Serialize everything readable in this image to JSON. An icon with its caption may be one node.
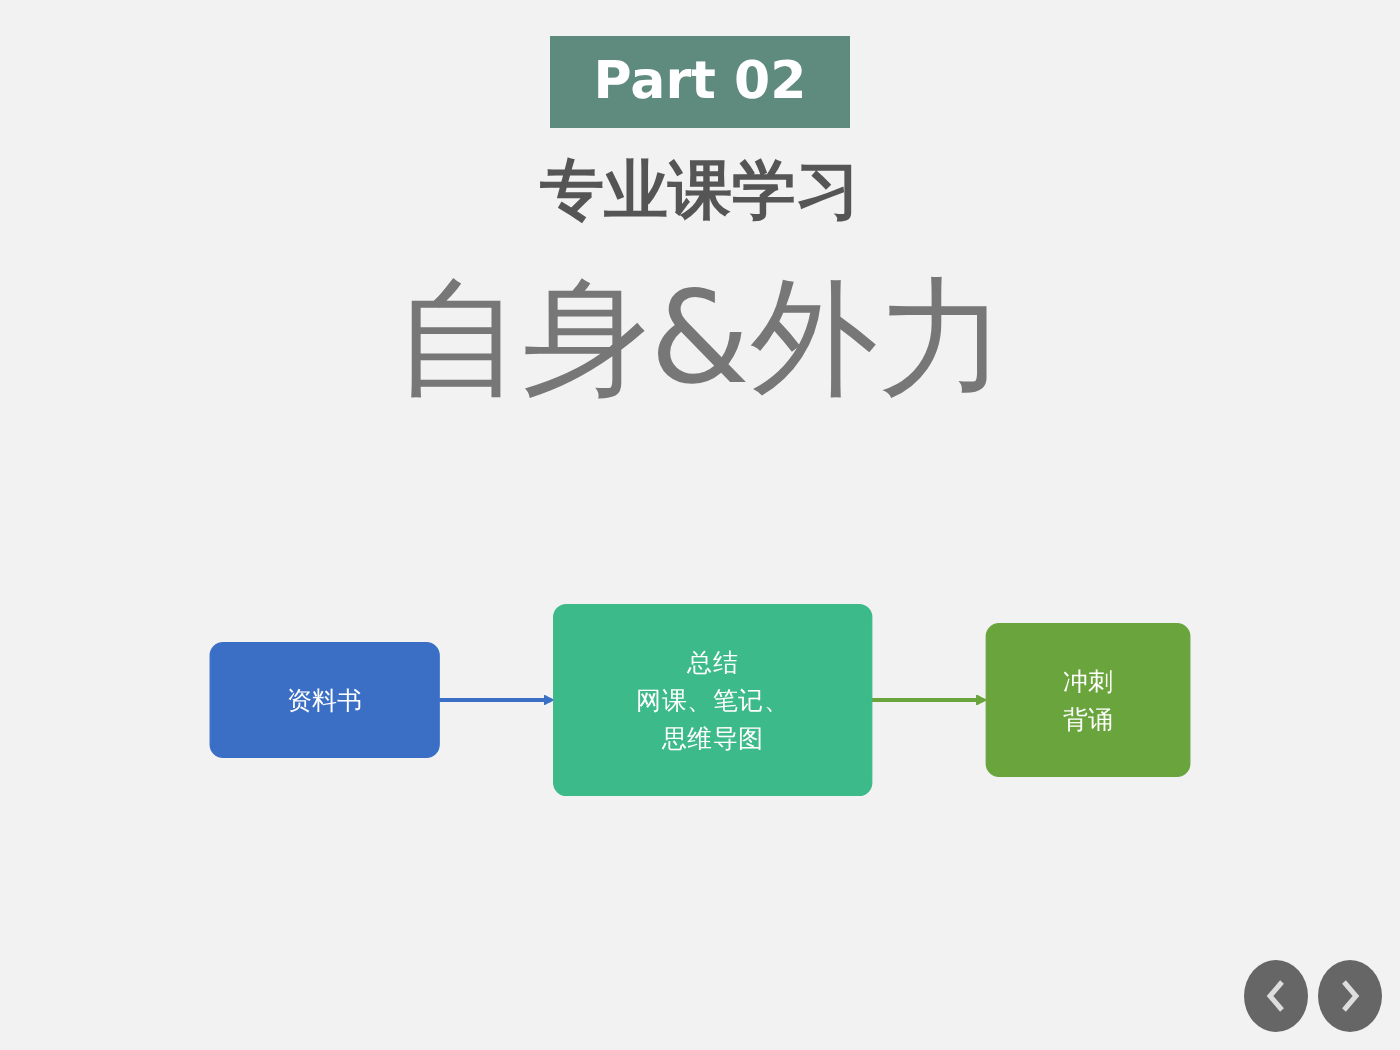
{
  "diagram": {
    "nodes": [
      {
        "text": [
          "资料书"
        ]
      },
      {
        "text": [
          "总结",
          "网课、笔记、思维导图"
        ]
      },
      {
        "text": [
          "冲刺",
          "背诵"
        ]
      }
    ],
    "edges": [
      {
        "from": 0,
        "to": 1,
        "arrow": "to",
        "color": "#3b6fc6"
      },
      {
        "from": 1,
        "to": 2,
        "arrow": "to",
        "color": "#6aa43c"
      }
    ],
    "labels": [
      "Part 02",
      "专业课学习",
      "自身&外力"
    ]
  }
}
